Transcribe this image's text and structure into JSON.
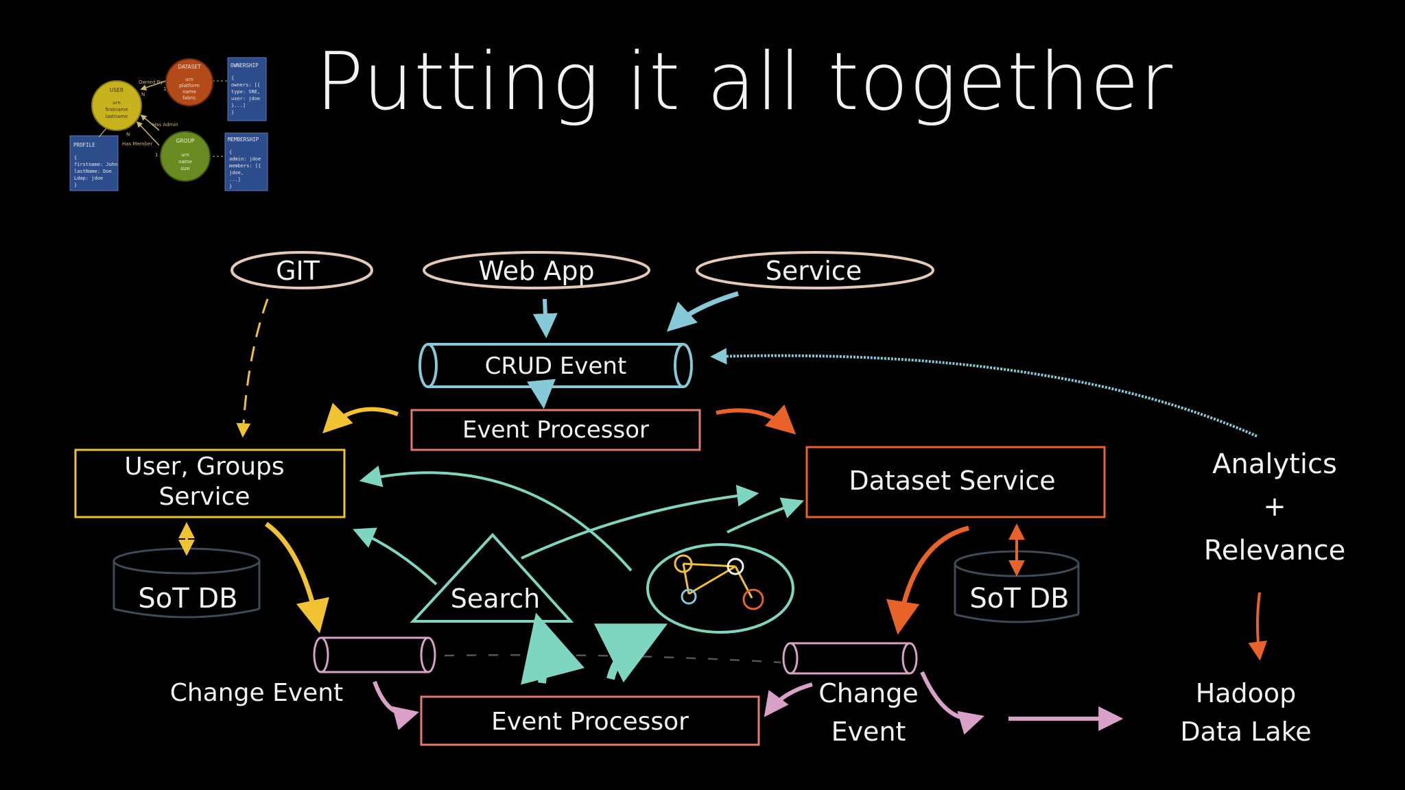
{
  "title": "Putting it all together",
  "thumbnail": {
    "nodes": {
      "user": {
        "label": "USER",
        "lines": [
          "urn",
          "firstname",
          "lastname"
        ]
      },
      "dataset": {
        "label": "DATASET",
        "lines": [
          "urn",
          "platform",
          "name",
          "fabric"
        ]
      },
      "group": {
        "label": "GROUP",
        "lines": [
          "urn",
          "name",
          "size"
        ]
      }
    },
    "boxes": {
      "ownership": {
        "label": "OWNERSHIP",
        "lines": [
          "{",
          "owners: [{",
          "type: SRE,",
          "user: jdoe",
          "}...]",
          "}"
        ]
      },
      "membership": {
        "label": "MEMBERSHIP",
        "lines": [
          "{",
          "admin: jdoe",
          "members: [{",
          "jdoe,",
          "...]",
          "}"
        ]
      },
      "profile": {
        "label": "PROFILE",
        "lines": [
          "{",
          "firstname: John",
          "lastName: Doe",
          "Ldap: jdoe",
          "}"
        ]
      }
    },
    "edges": {
      "owned_by": "Owned By",
      "has_admin": "Has Admin",
      "has_member": "Has Member",
      "n1": "N",
      "n2": "N",
      "one1": "1",
      "one2": "1"
    }
  },
  "diagram": {
    "sources": {
      "git": "GIT",
      "web_app": "Web App",
      "service": "Service"
    },
    "crud_event": "CRUD Event",
    "event_processor_top": "Event Processor",
    "user_groups_service": [
      "User, Groups",
      "Service"
    ],
    "dataset_service": "Dataset Service",
    "analytics": [
      "Analytics",
      "+",
      "Relevance"
    ],
    "sot_db_left": "SoT DB",
    "sot_db_right": "SoT DB",
    "search": "Search",
    "change_event_left": "Change Event",
    "change_event_right": [
      "Change",
      "Event"
    ],
    "event_processor_bottom": "Event Processor",
    "hadoop": [
      "Hadoop",
      "Data Lake"
    ]
  },
  "colors": {
    "cyan": "#86c9d8",
    "yellow": "#f1c232",
    "orange": "#e8622a",
    "salmon": "#e37a6e",
    "teal": "#7fd6c0",
    "pink": "#d9a0c8",
    "beige": "#e3c9b8"
  }
}
